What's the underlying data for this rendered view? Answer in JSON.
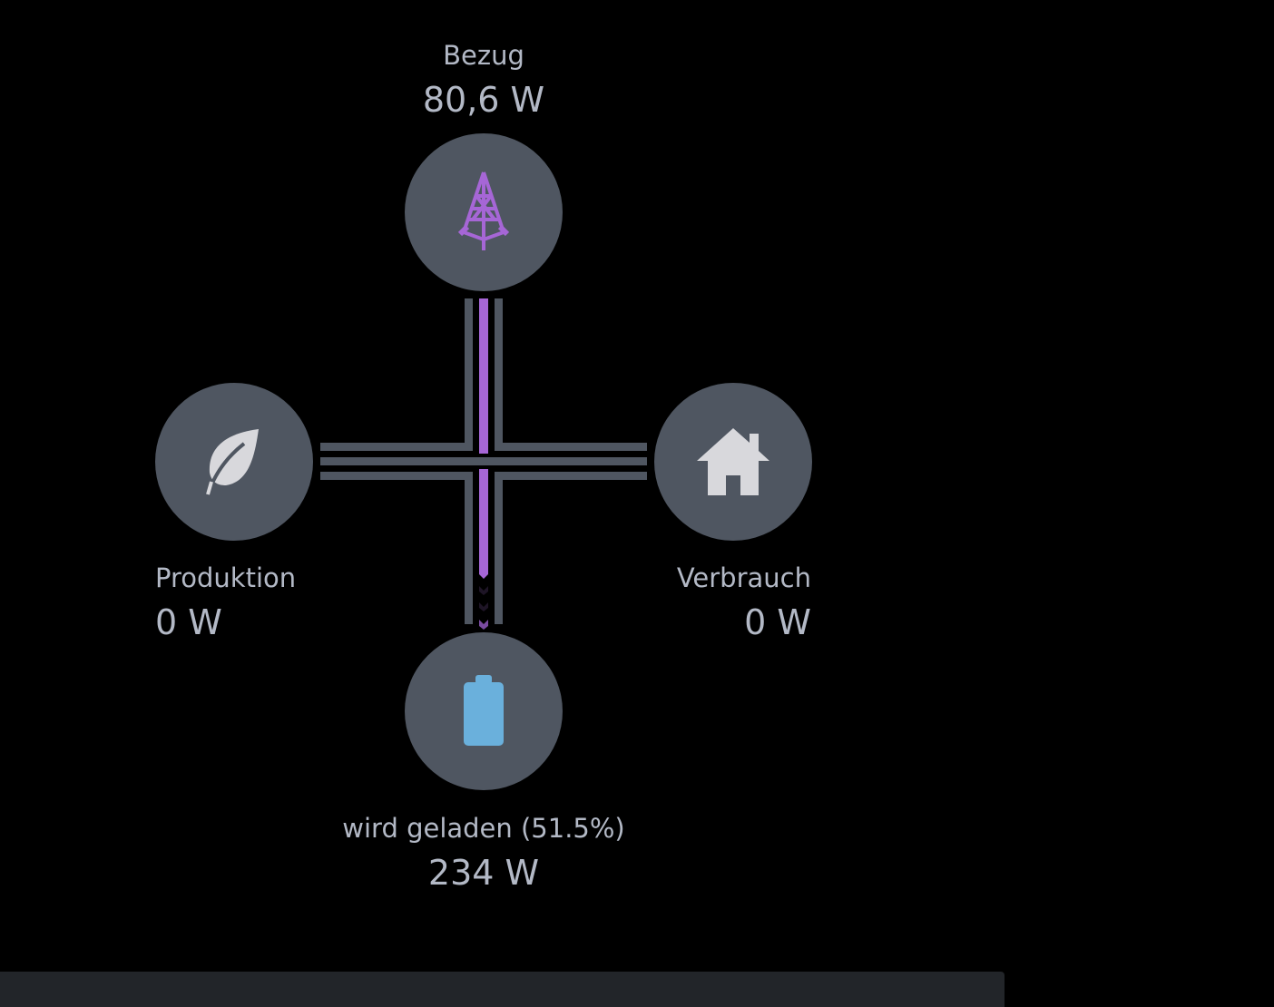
{
  "grid": {
    "label": "Bezug",
    "value": "80,6 W",
    "icon": "transmission-tower-icon"
  },
  "solar": {
    "label": "Produktion",
    "value": "0 W",
    "icon": "leaf-icon"
  },
  "home": {
    "label": "Verbrauch",
    "value": "0 W",
    "icon": "home-icon"
  },
  "battery": {
    "label": "wird geladen (51.5%)",
    "value": "234 W",
    "icon": "battery-icon",
    "soc_percent": 51.5
  },
  "colors": {
    "node": "#4f5661",
    "grid_flow": "#a666d6",
    "battery": "#6ab0dc",
    "home": "#d8d8dc",
    "text": "#b3b9c6",
    "panel": "#222529"
  }
}
